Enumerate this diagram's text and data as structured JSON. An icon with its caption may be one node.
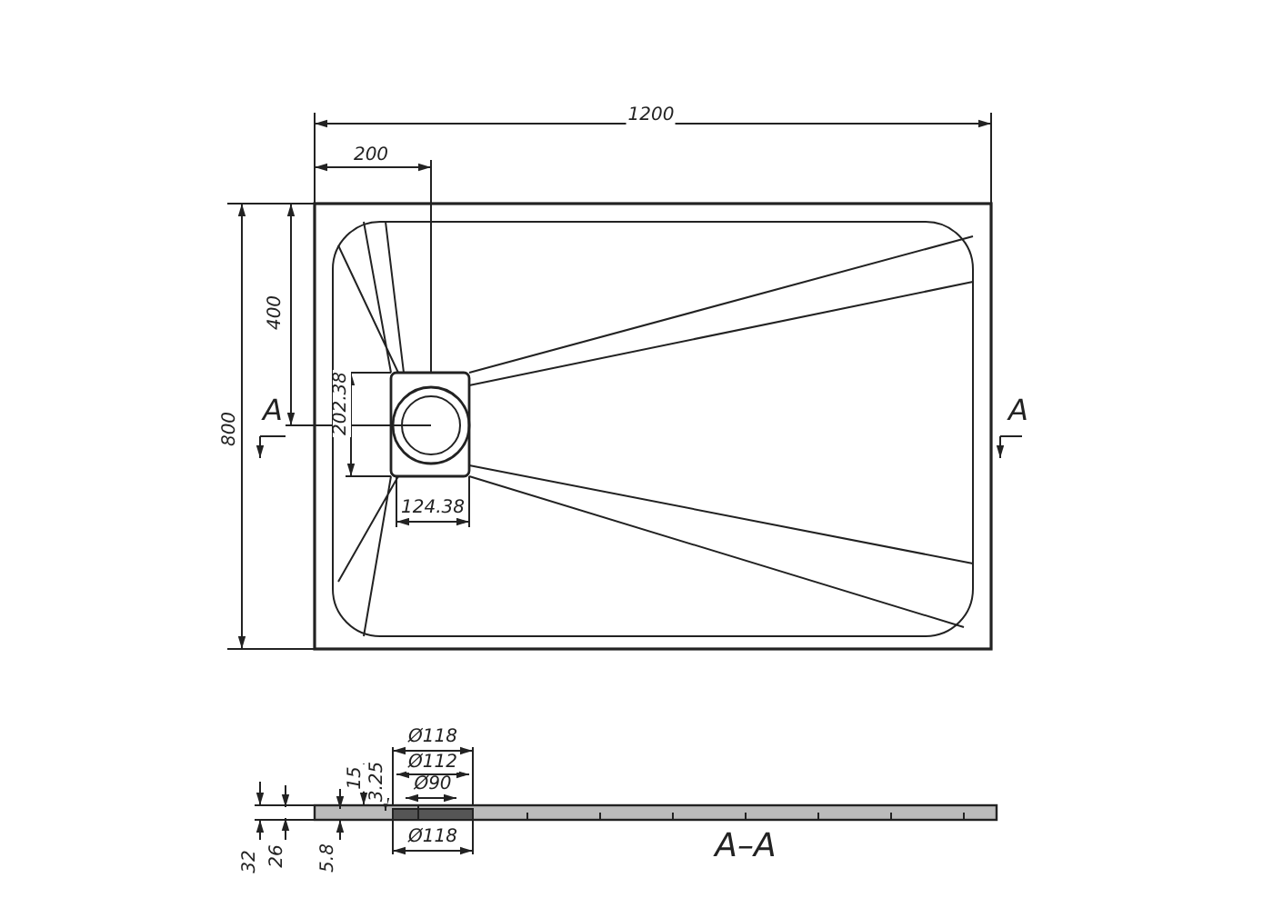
{
  "diagram": {
    "labels": [
      "1200",
      "200",
      "400",
      "202.38",
      "A",
      "800",
      "A",
      "124.38",
      "Ø118",
      "Ø112",
      "15",
      "3.25",
      "Ø90",
      "Ø118",
      "32",
      "26",
      "5.8",
      "A–A"
    ]
  }
}
